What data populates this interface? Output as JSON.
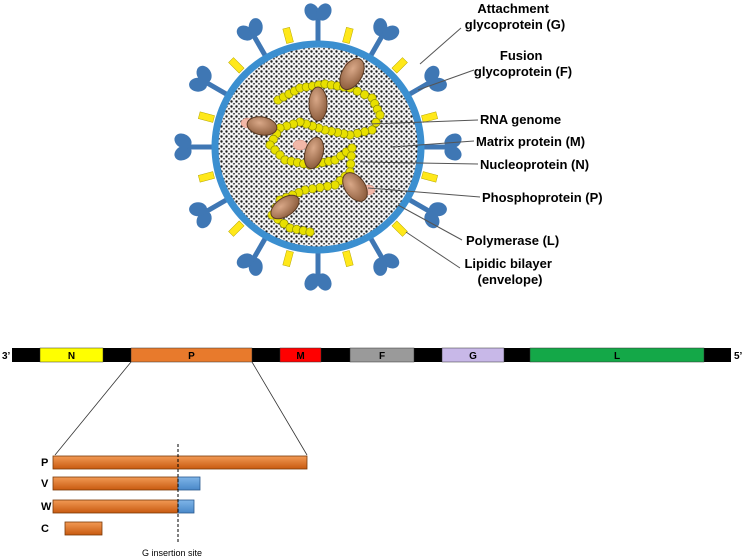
{
  "virion": {
    "labels": [
      {
        "key": "attachment",
        "lines": [
          "Attachment",
          "glycoprotein (G)"
        ]
      },
      {
        "key": "fusion",
        "lines": [
          "Fusion",
          "glycoprotein (F)"
        ]
      },
      {
        "key": "rna",
        "lines": [
          "RNA genome"
        ]
      },
      {
        "key": "matrix",
        "lines": [
          "Matrix protein (M)"
        ]
      },
      {
        "key": "nucleo",
        "lines": [
          "Nucleoprotein (N)"
        ]
      },
      {
        "key": "phospho",
        "lines": [
          "Phosphoprotein (P)"
        ]
      },
      {
        "key": "polymerase",
        "lines": [
          "Polymerase (L)"
        ]
      },
      {
        "key": "bilayer",
        "lines": [
          "Lipidic bilayer",
          "(envelope)"
        ]
      }
    ]
  },
  "genome": {
    "end_left": "3’",
    "end_right": "5’",
    "genes": [
      {
        "name": "N",
        "color": "#ffff00"
      },
      {
        "name": "P",
        "color": "#e87a2c"
      },
      {
        "name": "M",
        "color": "#ff0000"
      },
      {
        "name": "F",
        "color": "#9a9a9a"
      },
      {
        "name": "G",
        "color": "#c8b8e8"
      },
      {
        "name": "L",
        "color": "#14a848"
      }
    ]
  },
  "isoforms": [
    {
      "name": "P"
    },
    {
      "name": "V"
    },
    {
      "name": "W"
    },
    {
      "name": "C"
    }
  ],
  "insertion_label": "G insertion site",
  "colors": {
    "envelope": "#3b8fd0",
    "spike_g": "#3f77b4",
    "spike_f": "#ffe81a",
    "nucleocapsid": "#e8e000",
    "polymerase": "#b47a5a",
    "isoform_orange": "#e57a26",
    "isoform_blue": "#5b9bd5"
  }
}
